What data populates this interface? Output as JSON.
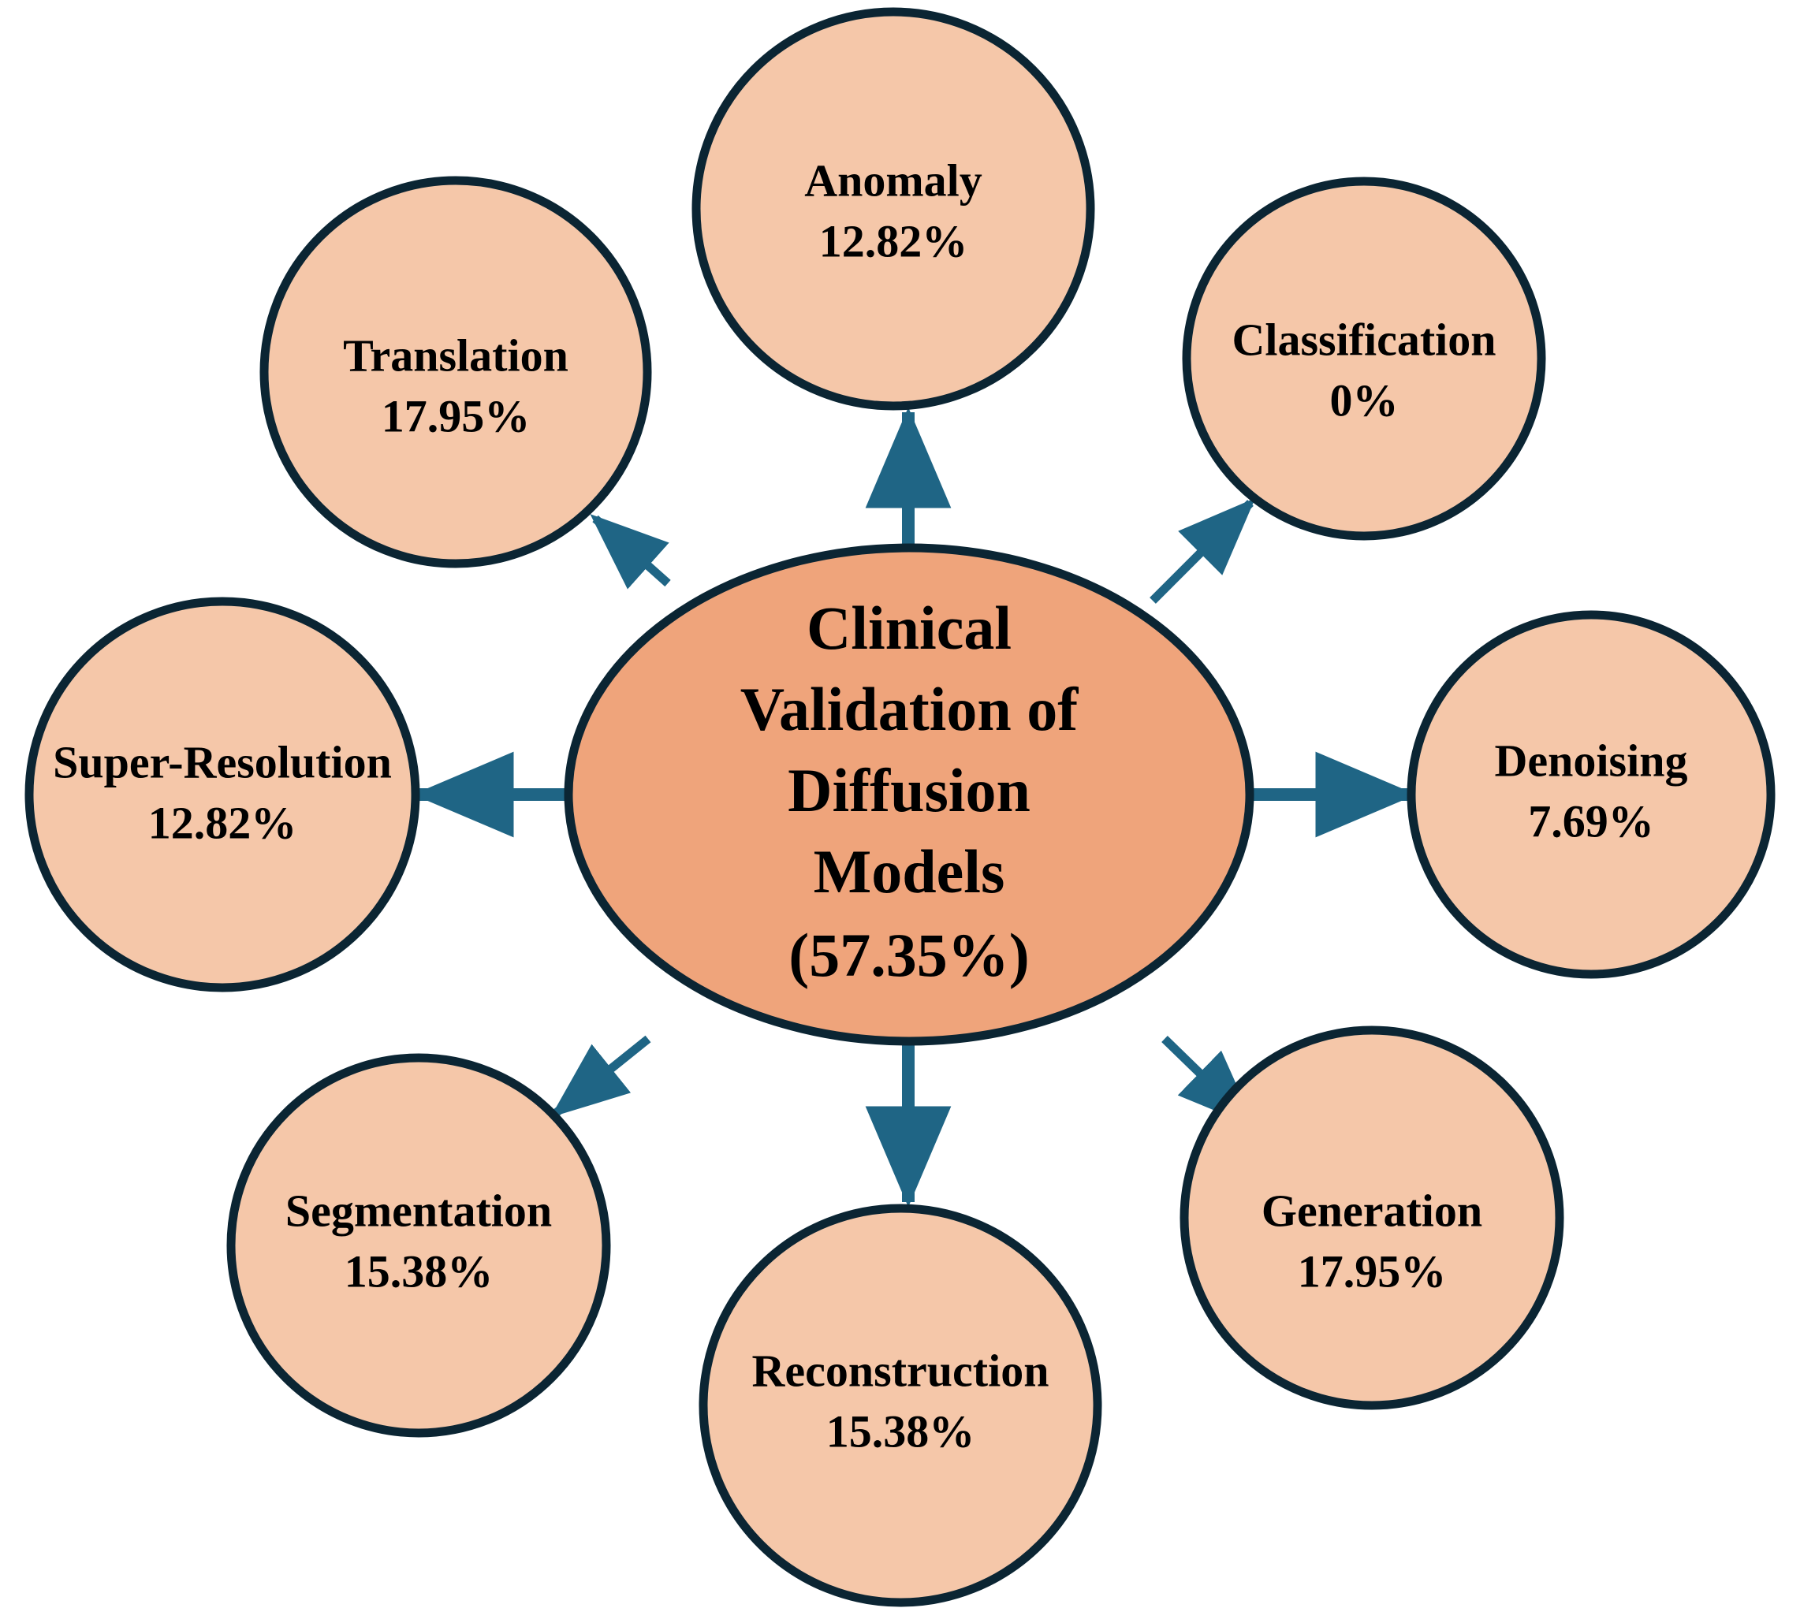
{
  "chart_data": {
    "type": "diagram",
    "subtype": "hub-and-spoke",
    "title": "Clinical Validation of Diffusion Models",
    "center": {
      "name": "center-node",
      "line1": "Clinical",
      "line2": "Validation of",
      "line3": "Diffusion",
      "line4": "Models",
      "line5": "(57.35%)",
      "label": "Clinical Validation of Diffusion Models",
      "value": 57.35,
      "value_text": "(57.35%)"
    },
    "categories": [
      "Anomaly",
      "Classification",
      "Denoising",
      "Generation",
      "Reconstruction",
      "Segmentation",
      "Super-Resolution",
      "Translation"
    ],
    "values": [
      12.82,
      0,
      7.69,
      17.95,
      15.38,
      15.38,
      12.82,
      17.95
    ],
    "nodes": [
      {
        "id": "anomaly",
        "name": "Anomaly",
        "value": 12.82,
        "value_text": "12.82%"
      },
      {
        "id": "classification",
        "name": "Classification",
        "value": 0,
        "value_text": "0%"
      },
      {
        "id": "denoising",
        "name": "Denoising",
        "value": 7.69,
        "value_text": "7.69%"
      },
      {
        "id": "generation",
        "name": "Generation",
        "value": 17.95,
        "value_text": "17.95%"
      },
      {
        "id": "reconstruction",
        "name": "Reconstruction",
        "value": 15.38,
        "value_text": "15.38%"
      },
      {
        "id": "segmentation",
        "name": "Segmentation",
        "value": 15.38,
        "value_text": "15.38%"
      },
      {
        "id": "super-resolution",
        "name": "Super-Resolution",
        "value": 12.82,
        "value_text": "12.82%"
      },
      {
        "id": "translation",
        "name": "Translation",
        "value": 17.95,
        "value_text": "17.95%"
      }
    ],
    "colors": {
      "background": "#ffffff",
      "hub_fill": "#EFA47B",
      "satellite_fill": "#F5C7A9",
      "node_stroke": "#0B2533",
      "arrow": "#1F6585",
      "text": "#000000"
    },
    "legend": null,
    "grid": false
  }
}
